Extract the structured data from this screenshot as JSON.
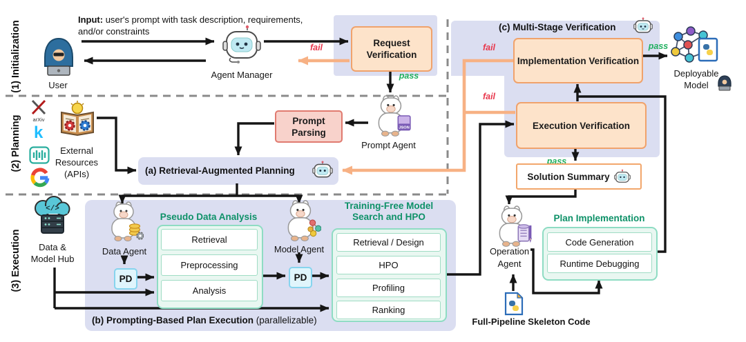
{
  "sections": {
    "s1": "(1) Initialization",
    "s2": "(2) Planning",
    "s3": "(3) Execution"
  },
  "init": {
    "input_prefix": "Input:",
    "input_line1": " user's prompt with task description, requirements,",
    "input_line2": "and/or constraints",
    "user": "User",
    "agent_manager": "Agent Manager"
  },
  "edge": {
    "fail": "fail",
    "pass": "pass"
  },
  "verification": {
    "request": "Request Verification",
    "c_title": "(c) Multi-Stage Verification",
    "implementation": "Implementation Verification",
    "execution": "Execution Verification",
    "solution_summary": "Solution Summary",
    "deployable_line1": "Deployable",
    "deployable_line2": "Model"
  },
  "planning": {
    "prompt_parsing": "Prompt Parsing",
    "prompt_agent": "Prompt Agent",
    "a_title": "(a) Retrieval-Augmented Planning",
    "external_line1": "External",
    "external_line2": "Resources",
    "external_line3": "(APIs)",
    "arxiv": "arXiv",
    "kaggle_k": "k"
  },
  "execution": {
    "hub_line1": "Data &",
    "hub_line2": "Model Hub",
    "hub_code_glyph": "</>",
    "data_agent": "Data Agent",
    "model_agent": "Model Agent",
    "pd": "PD",
    "json_badge": "JSON",
    "pseudo_title": "Pseudo Data Analysis",
    "pseudo_items": [
      "Retrieval",
      "Preprocessing",
      "Analysis"
    ],
    "tf_title_line1": "Training-Free Model",
    "tf_title_line2": "Search and HPO",
    "tf_items": [
      "Retrieval / Design",
      "HPO",
      "Profiling",
      "Ranking"
    ],
    "b_caption_bold": "(b) Prompting-Based Plan Execution",
    "b_caption_rest": " (parallelizable)",
    "operation_line1": "Operation",
    "operation_line2": "Agent",
    "plan_title": "Plan Implementation",
    "plan_items": [
      "Code Generation",
      "Runtime Debugging"
    ],
    "skeleton": "Full-Pipeline Skeleton Code"
  }
}
